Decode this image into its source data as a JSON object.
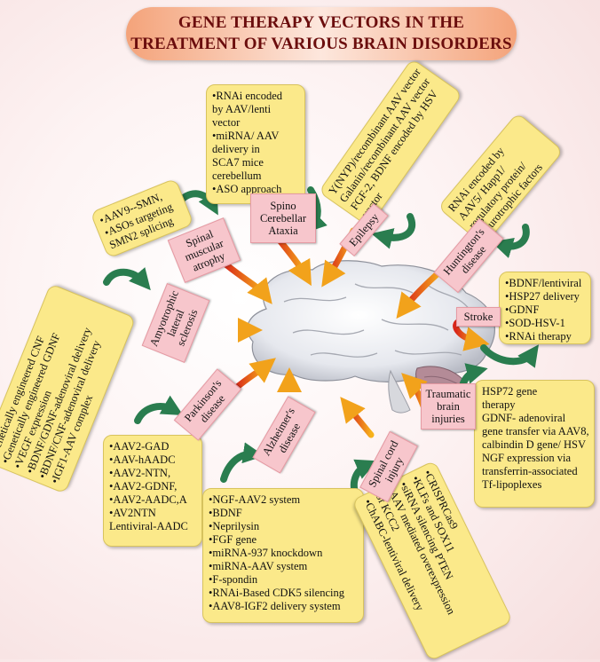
{
  "title": {
    "line1": "GENE THERAPY VECTORS IN THE",
    "line2": "TREATMENT OF VARIOUS BRAIN DISORDERS"
  },
  "colors": {
    "box_fill": "#fbe98a",
    "label_fill": "#f7c6cc",
    "arrow_red": "#e8331c",
    "arrow_green": "#2e8b57",
    "title_text": "#6b0d0d"
  },
  "disorders": {
    "sca": {
      "label": [
        "Spino",
        "Cerebellar",
        "Ataxia"
      ],
      "therapies": [
        "•RNAi encoded",
        "by AAV/lenti",
        "vector",
        "•miRNA/ AAV",
        "delivery in",
        "SCA7 mice",
        "cerebellum",
        "•ASO approach"
      ]
    },
    "sma": {
      "label": [
        "Spinal",
        "muscular",
        "atrophy"
      ],
      "therapies": [
        "•AAV9--SMN,",
        "•ASOs targeting",
        "SMN2 splicing"
      ]
    },
    "epilepsy": {
      "label": [
        "Epilepsy"
      ],
      "therapies": [
        "Y(NYP)/recombinant AAV vector",
        "Galanin/recombinant AAV vector",
        "FGF-2, BDNF encoded by HSV",
        "vector"
      ]
    },
    "huntington": {
      "label": [
        "Huntington's",
        "disease"
      ],
      "therapies": [
        "RNAi encoded  by",
        "AAV5/ Happ1/",
        "regulatory protein/",
        "Neurotrophic factors"
      ]
    },
    "als": {
      "label": [
        "Amyotrophic",
        "lateral",
        "sclerosis"
      ],
      "therapies": [
        "•Genetically engineered CNF",
        "•Genetically engineered GDNF",
        "•VEGF expression",
        "•BDNF/GDNF-adenoviral delivery",
        "•BDNF/CNF-adenoviral delivery",
        "•IGF1-AAV complex"
      ]
    },
    "stroke": {
      "label": [
        "Stroke"
      ],
      "therapies": [
        "•BDNF/lentiviral",
        "•HSP27 delivery",
        "•GDNF",
        "•SOD-HSV-1",
        "•RNAi therapy"
      ]
    },
    "tbi": {
      "label": [
        "Traumatic",
        "brain",
        "injuries"
      ],
      "therapies": [
        "HSP72 gene",
        "therapy",
        "GDNF- adenoviral",
        "gene transfer via AAV8,",
        "calbindin D gene/ HSV",
        "NGF expression via",
        "transferrin-associated",
        "Tf-lipoplexes"
      ]
    },
    "parkinson": {
      "label": [
        "Parkinson's",
        "disease"
      ],
      "therapies": [
        "•AAV2-GAD",
        "•AAV-hAADC",
        "•AAV2-NTN,",
        "•AAV2-GDNF,",
        "•AAV2-AADC,A",
        "•AV2NTN",
        "Lentiviral-AADC"
      ]
    },
    "alzheimer": {
      "label": [
        "Alzheimer's",
        "disease"
      ],
      "therapies": [
        "•NGF-AAV2 system",
        "•BDNF",
        "•Neprilysin",
        "•FGF gene",
        "•miRNA-937 knockdown",
        "•miRNA-AAV system",
        "•F-spondin",
        "•RNAi-Based CDK5 silencing",
        "•AAV8-IGF2 delivery system"
      ]
    },
    "spinal_cord": {
      "label": [
        "Spinal cord",
        "injury"
      ],
      "therapies": [
        "•CRISPRCas9",
        "•KLFs and SOX11",
        "•siRNA silencing PTEN",
        "•AAV mediated overexpression",
        "of KCC2",
        "•ChABC-lentiviral  delivery"
      ]
    }
  }
}
